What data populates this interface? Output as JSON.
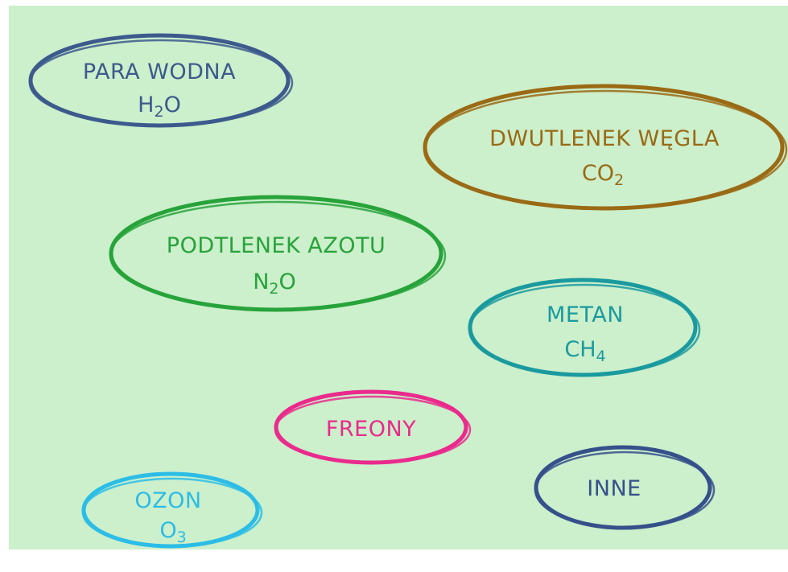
{
  "gases": [
    {
      "name": "PARA WODNA",
      "formula_main": "H",
      "formula_sub": "2",
      "formula_tail": "O",
      "color": "#3c5a8c"
    },
    {
      "name": "DWUTLENEK WĘGLA",
      "formula_main": "CO",
      "formula_sub": "2",
      "formula_tail": "",
      "color": "#9a6a14"
    },
    {
      "name": "PODTLENEK AZOTU",
      "formula_main": "N",
      "formula_sub": "2",
      "formula_tail": "O",
      "color": "#27a33a"
    },
    {
      "name": "METAN",
      "formula_main": "CH",
      "formula_sub": "4",
      "formula_tail": "",
      "color": "#1a9a9f"
    },
    {
      "name": "FREONY",
      "formula_main": "",
      "formula_sub": "",
      "formula_tail": "",
      "color": "#ea2a8c"
    },
    {
      "name": "OZON",
      "formula_main": "O",
      "formula_sub": "3",
      "formula_tail": "",
      "color": "#2cbde6"
    },
    {
      "name": "INNE",
      "formula_main": "",
      "formula_sub": "",
      "formula_tail": "",
      "color": "#35508a"
    }
  ]
}
